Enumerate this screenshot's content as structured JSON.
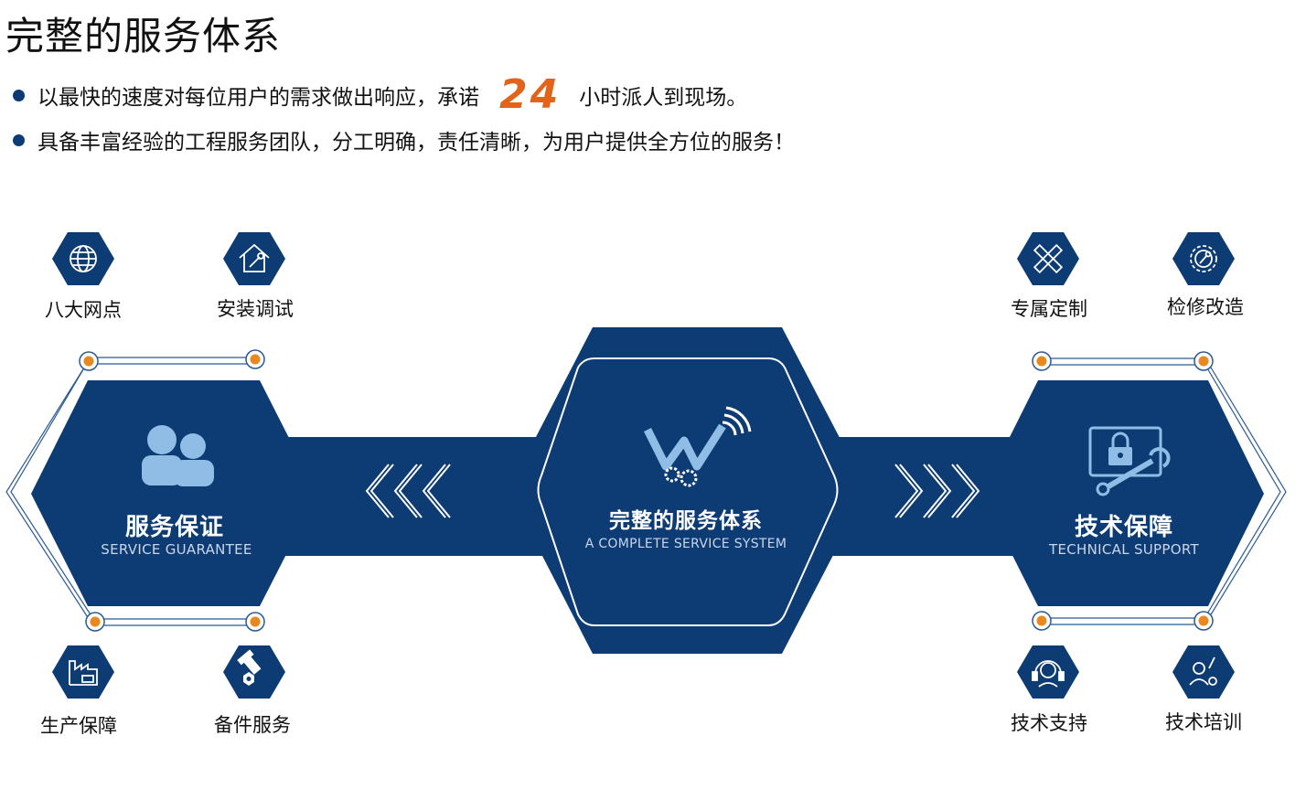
{
  "title": "完整的服务体系",
  "bullets": {
    "line1_before": "以最快的速度对每位用户的需求做出响应，承诺",
    "line1_number": "24",
    "line1_after": "小时派人到现场。",
    "line2": "具备丰富经验的工程服务团队，分工明确，责任清晰，为用户提供全方位的服务！"
  },
  "center": {
    "title": "完整的服务体系",
    "subtitle": "A COMPLETE SERVICE SYSTEM"
  },
  "left_hex": {
    "title": "服务保证",
    "subtitle": "SERVICE GUARANTEE"
  },
  "right_hex": {
    "title": "技术保障",
    "subtitle": "TECHNICAL SUPPORT"
  },
  "left_nodes": [
    "八大网点",
    "安装调试",
    "生产保障",
    "备件服务"
  ],
  "right_nodes": [
    "专属定制",
    "检修改造",
    "技术支持",
    "技术培训"
  ],
  "icons": {
    "left_top": [
      "globe-icon",
      "house-wrench-icon"
    ],
    "left_bottom": [
      "factory-icon",
      "bolt-nut-icon"
    ],
    "right_top": [
      "pencil-ruler-icon",
      "gear-wrench-icon"
    ],
    "right_bottom": [
      "headset-support-icon",
      "trainer-icon"
    ],
    "left_hex": "people-icon",
    "center_hex": "logo-w-gears-icon",
    "right_hex": "monitor-lock-wrench-icon"
  },
  "colors": {
    "navy": "#0d3b73",
    "orange": "#e2641a",
    "light_blue": "#8fbde6"
  }
}
